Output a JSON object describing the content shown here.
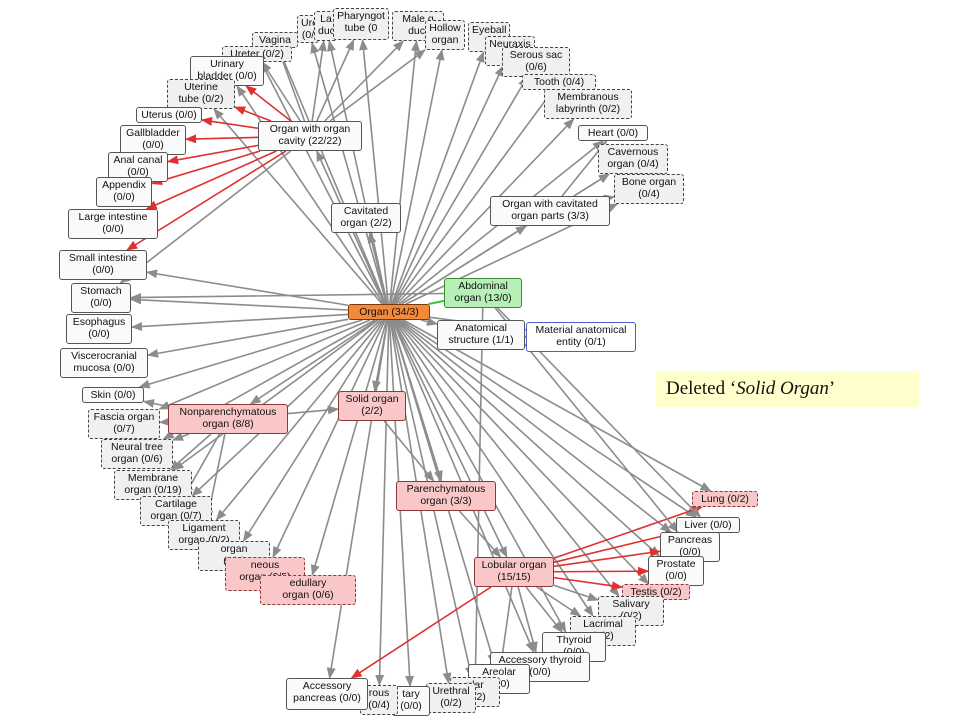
{
  "caption": {
    "prefix": "Deleted ‘",
    "term": "Solid Organ",
    "suffix": "’"
  },
  "colors": {
    "edge_gray": "#8c8c8c",
    "edge_red": "#e03030",
    "edge_green": "#40c040",
    "root": "#f5893a",
    "abdominal": "#b6f0b6",
    "highlight": "#f9c7c7"
  },
  "nodes": [
    {
      "id": "organ",
      "label": "Organ (34/3)",
      "style": "orange"
    },
    {
      "id": "abdominal",
      "label": "Abdominal\norgan (13/0)",
      "style": "green"
    },
    {
      "id": "anatomical",
      "label": "Anatomical\nstructure (1/1)",
      "style": "white"
    },
    {
      "id": "material",
      "label": "Material anatomical\nentity (0/1)",
      "style": "blue"
    },
    {
      "id": "cavity",
      "label": "Organ with organ\ncavity (22/22)",
      "style": "white"
    },
    {
      "id": "cavitated",
      "label": "Cavitated\norgan (2/2)",
      "style": "white"
    },
    {
      "id": "cavparts",
      "label": "Organ with cavitated\norgan parts (3/3)",
      "style": "white"
    },
    {
      "id": "nonparen",
      "label": "Nonparenchymatous\norgan (8/8)",
      "style": "red"
    },
    {
      "id": "solid",
      "label": "Solid organ\n(2/2)",
      "style": "red"
    },
    {
      "id": "paren",
      "label": "Parenchymatous\norgan (3/3)",
      "style": "red"
    },
    {
      "id": "lobular",
      "label": "Lobular organ\n(15/15)",
      "style": "red"
    },
    {
      "id": "vagina",
      "label": "Vagina (0/2)",
      "style": "dashed"
    },
    {
      "id": "ureter1",
      "label": "Ure\n(0/",
      "style": "dashed"
    },
    {
      "id": "laduct",
      "label": "La\nduct",
      "style": "dashed"
    },
    {
      "id": "pharyngo",
      "label": "Pharyngot\ntube (0",
      "style": "dashed"
    },
    {
      "id": "malegen",
      "label": "Male g\nduct",
      "style": "dashed"
    },
    {
      "id": "hollow",
      "label": "Hollow\norgan",
      "style": "dashed"
    },
    {
      "id": "eyeball",
      "label": "Eyeball\n(0",
      "style": "dashed"
    },
    {
      "id": "neuraxis",
      "label": "Neuraxis\n(0",
      "style": "dashed"
    },
    {
      "id": "ureter2",
      "label": "Ureter (0/2)",
      "style": "dashed"
    },
    {
      "id": "urinary",
      "label": "Urinary\nbladder (0/0)",
      "style": "white"
    },
    {
      "id": "uterine",
      "label": "Uterine\ntube (0/2)",
      "style": "dashed"
    },
    {
      "id": "uterus",
      "label": "Uterus (0/0)",
      "style": "white"
    },
    {
      "id": "gallbladder",
      "label": "Gallbladder\n(0/0)",
      "style": "white"
    },
    {
      "id": "anal",
      "label": "Anal canal\n(0/0)",
      "style": "white"
    },
    {
      "id": "appendix",
      "label": "Appendix\n(0/0)",
      "style": "white"
    },
    {
      "id": "largeint",
      "label": "Large intestine\n(0/0)",
      "style": "white"
    },
    {
      "id": "smallint",
      "label": "Small intestine\n(0/0)",
      "style": "white"
    },
    {
      "id": "stomach",
      "label": "Stomach\n(0/0)",
      "style": "white"
    },
    {
      "id": "esophagus",
      "label": "Esophagus\n(0/0)",
      "style": "white"
    },
    {
      "id": "viscero",
      "label": "Viscerocranial\nmucosa (0/0)",
      "style": "white"
    },
    {
      "id": "skin",
      "label": "Skin (0/0)",
      "style": "white"
    },
    {
      "id": "fascia",
      "label": "Fascia organ\n(0/7)",
      "style": "dashed"
    },
    {
      "id": "neuraltree",
      "label": "Neural tree\norgan (0/6)",
      "style": "dashed"
    },
    {
      "id": "membrane",
      "label": "Membrane\norgan (0/19)",
      "style": "dashed"
    },
    {
      "id": "cartilage",
      "label": "Cartilage\norgan (0/7)",
      "style": "dashed"
    },
    {
      "id": "ligament",
      "label": "Ligament\norgan (0/2)",
      "style": "dashed"
    },
    {
      "id": "xorgan",
      "label": "organ\n(0/6)",
      "style": "dashed"
    },
    {
      "id": "cutaneous",
      "label": "neous\norgan (0/5)",
      "style": "red dashed"
    },
    {
      "id": "medullary",
      "label": "edullary\norgan (0/6)",
      "style": "red dashed"
    },
    {
      "id": "serous",
      "label": "Serous sac\n(0/6)",
      "style": "dashed"
    },
    {
      "id": "tooth",
      "label": "Tooth (0/4)",
      "style": "dashed"
    },
    {
      "id": "labyrinth",
      "label": "Membranous\nlabyrinth (0/2)",
      "style": "dashed"
    },
    {
      "id": "heart",
      "label": "Heart (0/0)",
      "style": "white"
    },
    {
      "id": "cavernous",
      "label": "Cavernous\norgan (0/4)",
      "style": "dashed"
    },
    {
      "id": "bone",
      "label": "Bone organ\n(0/4)",
      "style": "dashed"
    },
    {
      "id": "lung",
      "label": "Lung (0/2)",
      "style": "red dashed"
    },
    {
      "id": "liver",
      "label": "Liver (0/0)",
      "style": "white"
    },
    {
      "id": "pancreas",
      "label": "Pancreas\n(0/0)",
      "style": "white"
    },
    {
      "id": "prostate",
      "label": "Prostate\n(0/0)",
      "style": "white"
    },
    {
      "id": "testis",
      "label": "Testis (0/2)",
      "style": "red dashed"
    },
    {
      "id": "salivary",
      "label": "Salivary\n(0/2)",
      "style": "dashed"
    },
    {
      "id": "lacrimal",
      "label": "Lacrimal\n(0/2)",
      "style": "dashed"
    },
    {
      "id": "thyroid",
      "label": "Thyroid\n(0/0)",
      "style": "white"
    },
    {
      "id": "accthyroid",
      "label": "Accessory thyroid\n(0/0)",
      "style": "white"
    },
    {
      "id": "areolar",
      "label": "Areolar\n(0/0)",
      "style": "white"
    },
    {
      "id": "lobular2",
      "label": "ular\n(0/2)",
      "style": "dashed"
    },
    {
      "id": "urethral",
      "label": "Urethral\n(0/2)",
      "style": "dashed"
    },
    {
      "id": "pituitary",
      "label": "tary\n(0/0)",
      "style": "white"
    },
    {
      "id": "xserous",
      "label": "rous\n(0/4)",
      "style": "dashed"
    },
    {
      "id": "accpancreas",
      "label": "Accessory\npancreas (0/0)",
      "style": "white"
    }
  ]
}
